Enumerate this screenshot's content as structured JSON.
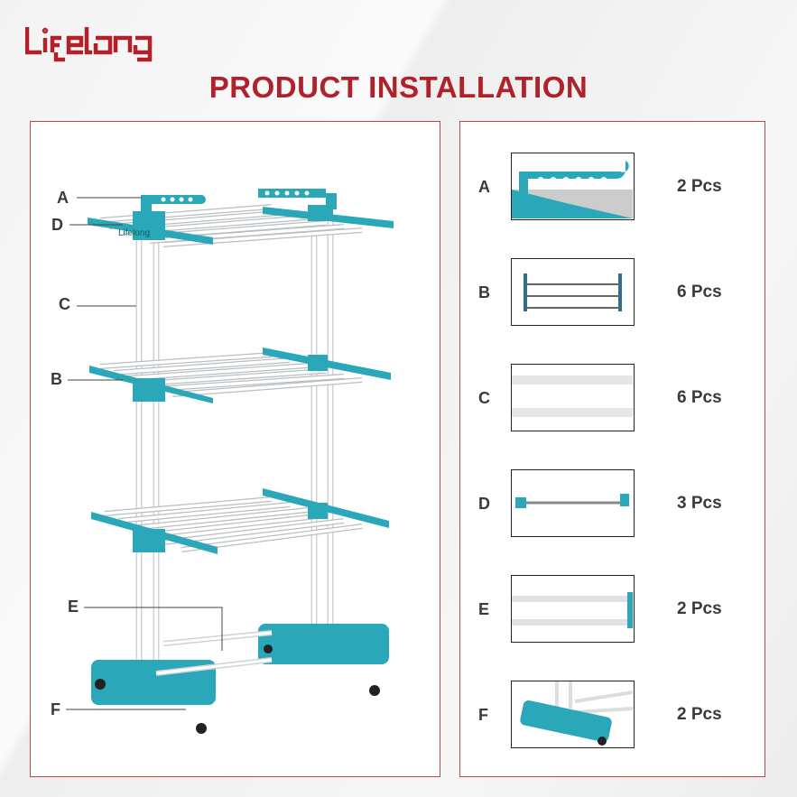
{
  "brand": {
    "logo_text": "Lifelong"
  },
  "title": "PRODUCT INSTALLATION",
  "colors": {
    "brand_red": "#b0212a",
    "teal": "#2aa7b8",
    "text": "#3a3a3a"
  },
  "diagram": {
    "callouts": [
      "A",
      "D",
      "C",
      "B",
      "E",
      "F"
    ],
    "rack_logo_text": "Lifelong"
  },
  "parts": [
    {
      "letter": "A",
      "qty": "2 Pcs"
    },
    {
      "letter": "B",
      "qty": "6 Pcs"
    },
    {
      "letter": "C",
      "qty": "6 Pcs"
    },
    {
      "letter": "D",
      "qty": "3 Pcs"
    },
    {
      "letter": "E",
      "qty": "2 Pcs"
    },
    {
      "letter": "F",
      "qty": "2 Pcs"
    }
  ]
}
